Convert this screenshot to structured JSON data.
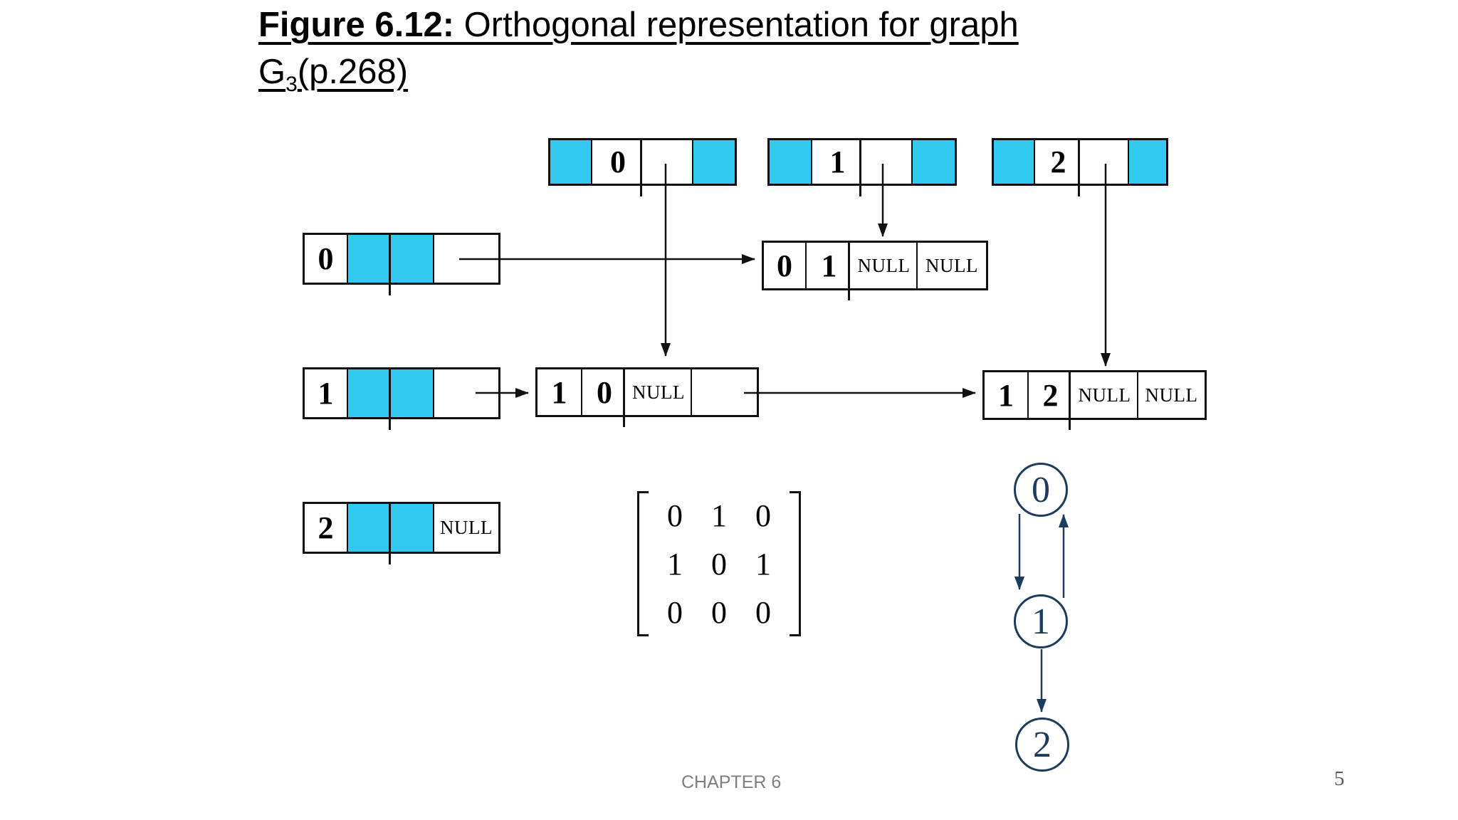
{
  "title": {
    "line1_bold": "Figure 6.12:",
    "line1_rest": " Orthogonal representation for graph",
    "line2_g": "G",
    "line2_sub": "3",
    "line2_rest": "(p.268)"
  },
  "colors": {
    "cell_cyan": "#33CAF2",
    "graph_navy": "#1F3A5F",
    "line_black": "#111111",
    "footer_gray": "#7F7F7F"
  },
  "column_headers": [
    {
      "label": "0"
    },
    {
      "label": "1"
    },
    {
      "label": "2"
    }
  ],
  "row_headers": [
    {
      "label": "0",
      "right": ""
    },
    {
      "label": "1",
      "right": ""
    },
    {
      "label": "2",
      "right": "NULL"
    }
  ],
  "nodes": [
    {
      "row": "0",
      "col": "1",
      "down": "NULL",
      "right": "NULL"
    },
    {
      "row": "1",
      "col": "0",
      "down": "NULL",
      "right": ""
    },
    {
      "row": "1",
      "col": "2",
      "down": "NULL",
      "right": "NULL"
    }
  ],
  "adjacency_matrix": [
    [
      "0",
      "1",
      "0"
    ],
    [
      "1",
      "0",
      "1"
    ],
    [
      "0",
      "0",
      "0"
    ]
  ],
  "graph": {
    "nodes": [
      {
        "label": "0"
      },
      {
        "label": "1"
      },
      {
        "label": "2"
      }
    ],
    "edges": [
      {
        "from": "0",
        "to": "1"
      },
      {
        "from": "1",
        "to": "0"
      },
      {
        "from": "1",
        "to": "2"
      }
    ]
  },
  "footer": {
    "chapter": "CHAPTER 6",
    "page": "5"
  }
}
